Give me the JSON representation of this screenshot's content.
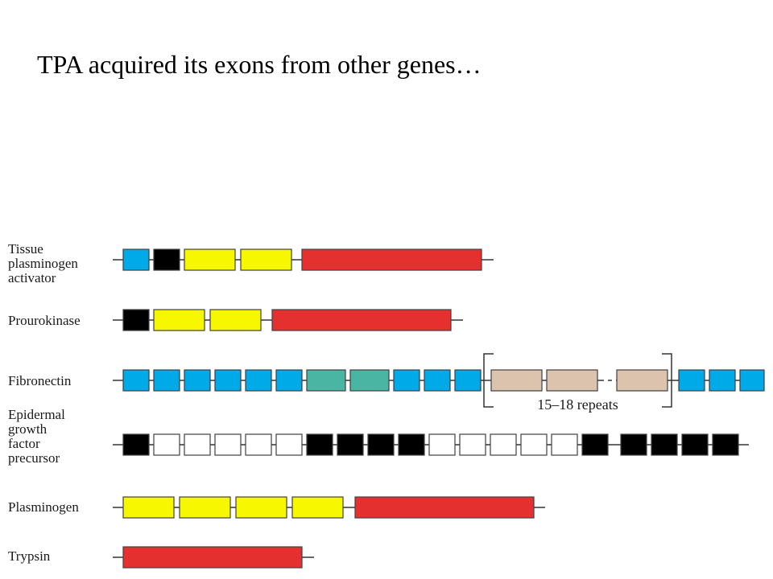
{
  "slide": {
    "title": "TPA acquired its exons from other genes…"
  },
  "genes": [
    {
      "id": "tpa",
      "label_lines": [
        "Tissue",
        "plasminogen",
        "activator"
      ],
      "exons": [
        "blue",
        "black",
        "yellow",
        "yellow",
        "red"
      ]
    },
    {
      "id": "prourokinase",
      "label_lines": [
        "Prourokinase"
      ],
      "exons": [
        "black",
        "yellow",
        "yellow",
        "red"
      ]
    },
    {
      "id": "fibronectin",
      "label_lines": [
        "Fibronectin"
      ],
      "exons": [
        "blue",
        "blue",
        "blue",
        "blue",
        "blue",
        "blue",
        "teal",
        "teal",
        "blue",
        "blue",
        "blue",
        "tan",
        "tan",
        "tan",
        "blue",
        "blue",
        "blue"
      ],
      "repeat_annotation": "15–18 repeats"
    },
    {
      "id": "egf-precursor",
      "label_lines": [
        "Epidermal",
        "growth",
        "factor",
        "precursor"
      ],
      "exons": [
        "black",
        "white",
        "white",
        "white",
        "white",
        "white",
        "black",
        "black",
        "black",
        "black",
        "white",
        "white",
        "white",
        "white",
        "white",
        "black",
        "black",
        "black",
        "black",
        "black"
      ]
    },
    {
      "id": "plasminogen",
      "label_lines": [
        "Plasminogen"
      ],
      "exons": [
        "yellow",
        "yellow",
        "yellow",
        "yellow",
        "red"
      ]
    },
    {
      "id": "trypsin",
      "label_lines": [
        "Trypsin"
      ],
      "exons": [
        "red"
      ]
    }
  ],
  "colors": {
    "blue": "#00a9e8",
    "black": "#000000",
    "yellow": "#f7f700",
    "red": "#e53030",
    "teal": "#4bb5a3",
    "tan": "#dcc3ae",
    "white": "#ffffff",
    "stroke": "#404040",
    "line": "#333333"
  }
}
